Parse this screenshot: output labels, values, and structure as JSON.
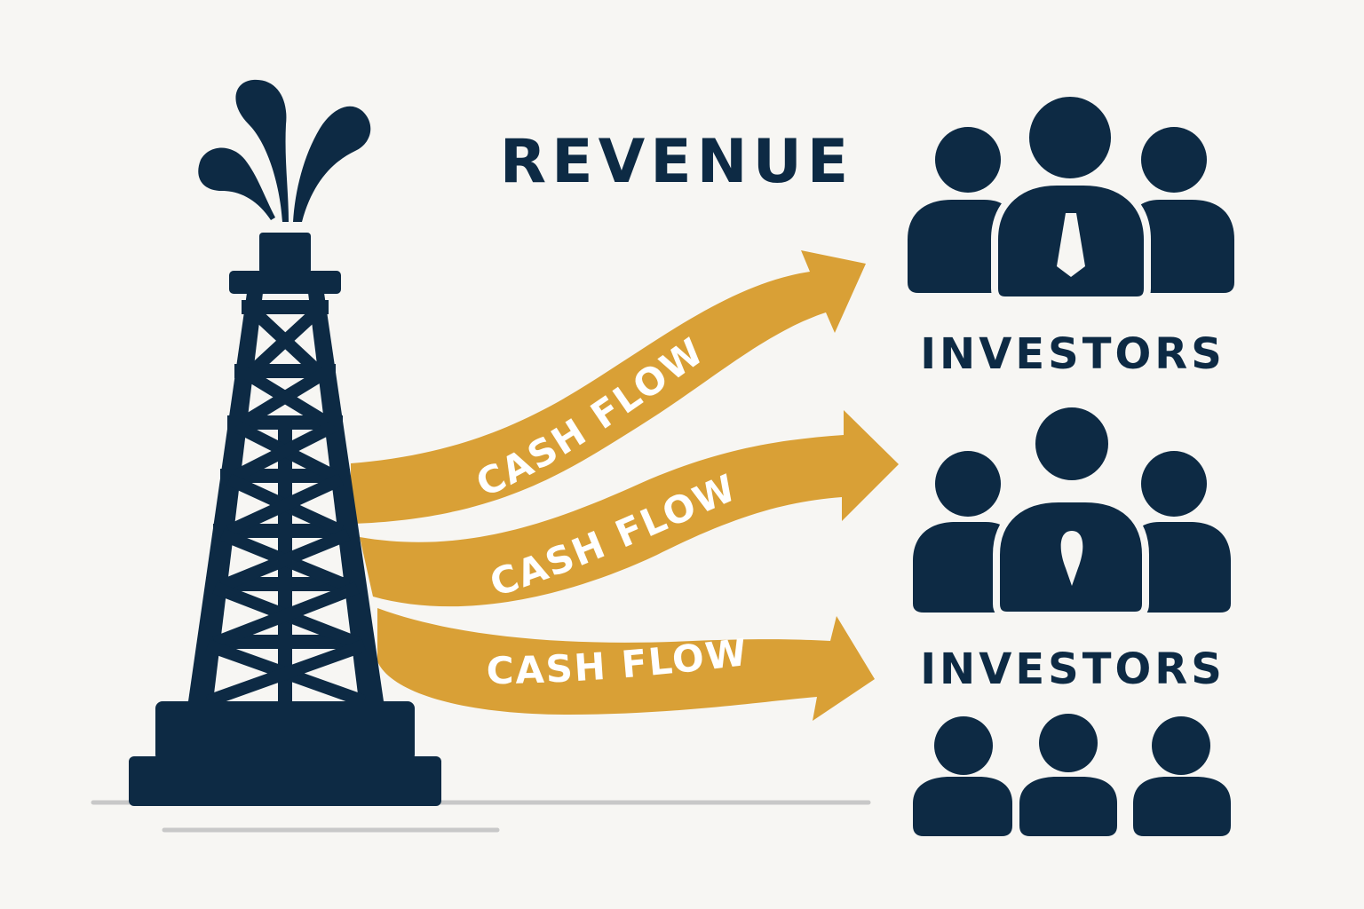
{
  "title": "REVENUE",
  "arrows": [
    {
      "label": "CASH FLOW"
    },
    {
      "label": "CASH FLOW"
    },
    {
      "label": "CASH FLOW"
    }
  ],
  "groups": [
    {
      "label": "INVESTORS"
    },
    {
      "label": "INVESTORS"
    }
  ],
  "colors": {
    "navy": "#0d2a44",
    "gold": "#d9a036",
    "background": "#f7f6f3",
    "ground": "#c8c8c8",
    "label_text": "#ffffff"
  },
  "icons": {
    "source": "oil-derrick-icon",
    "splash": "oil-splash-icon",
    "groups": "investor-group-icon"
  }
}
